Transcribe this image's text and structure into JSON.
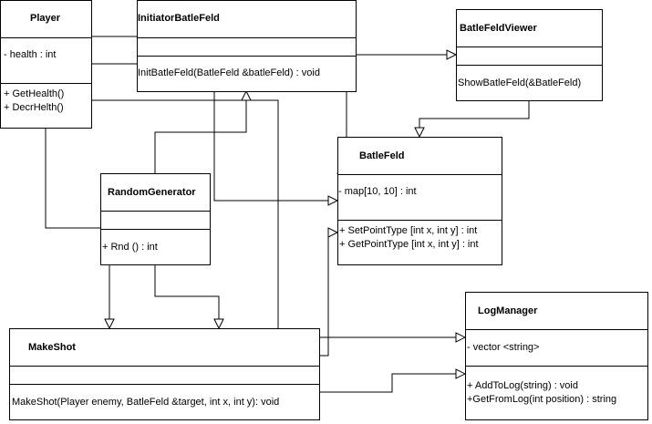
{
  "classes": {
    "player": {
      "name": "Player",
      "attributes": [
        "- health : int"
      ],
      "operations": [
        "+ GetHealth()",
        "+ DecrHelth()"
      ]
    },
    "initiator": {
      "name": "InitiatorBatleFeld",
      "attributes": [],
      "operations": [
        "InitBatleFeld(BatleFeld &batleFeld) : void"
      ]
    },
    "viewer": {
      "name": "BatleFeldViewer",
      "attributes": [],
      "operations": [
        "ShowBatleFeld(&BatleFeld)"
      ]
    },
    "batlefeld": {
      "name": "BatleFeld",
      "attributes": [
        "- map[10, 10] : int"
      ],
      "operations": [
        "+ SetPointType [int x, int y] : int",
        "+ GetPointType [int x, int y] : int"
      ]
    },
    "random": {
      "name": "RandomGenerator",
      "attributes": [],
      "operations": [
        "+ Rnd () : int"
      ]
    },
    "makeshot": {
      "name": "MakeShot",
      "attributes": [],
      "operations": [
        "MakeShot(Player enemy, BatleFeld &target, int x, int y): void"
      ]
    },
    "logmanager": {
      "name": "LogManager",
      "attributes": [
        "- vector <string>"
      ],
      "operations": [
        "+ AddToLog(string) : void",
        "+GetFromLog(int position) : string"
      ]
    }
  }
}
